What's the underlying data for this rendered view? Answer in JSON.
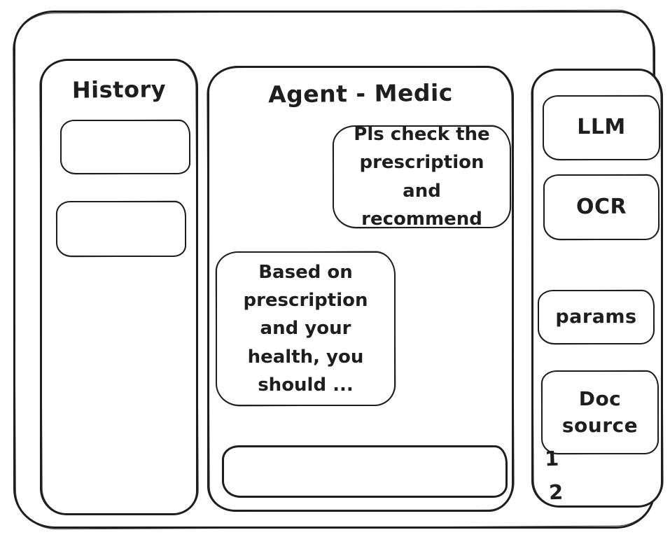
{
  "app": {
    "ink_color": "#1e1e1e",
    "background_color": "#ffffff"
  },
  "left_sidebar": {
    "title": "History",
    "items": [
      {
        "label": ""
      },
      {
        "label": ""
      }
    ]
  },
  "chat": {
    "title": "Agent - Medic",
    "messages": [
      {
        "role": "user",
        "text": "Pls check the\nprescription\nand recommend"
      },
      {
        "role": "assistant",
        "text": "Based on\nprescription\nand your\nhealth, you\nshould ..."
      }
    ],
    "input": {
      "value": "",
      "placeholder": ""
    }
  },
  "right_sidebar": {
    "buttons": [
      {
        "label": "LLM"
      },
      {
        "label": "OCR"
      },
      {
        "label": "params"
      },
      {
        "label": "Doc\nsource"
      }
    ],
    "doc_source_items": [
      "1",
      "2"
    ]
  }
}
